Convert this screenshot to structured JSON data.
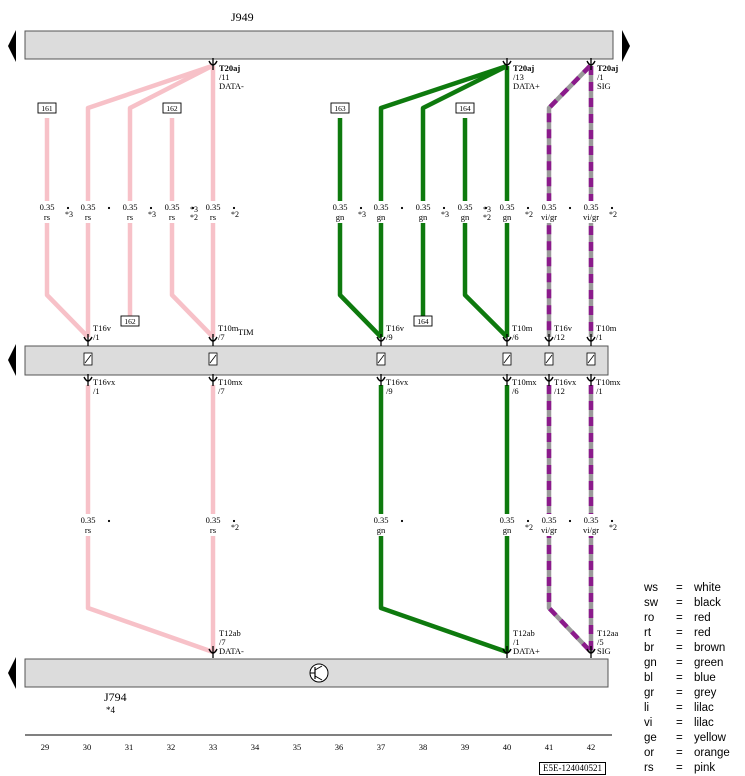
{
  "components": {
    "top": "J949",
    "bottom": "J794",
    "bottom_note": "*4"
  },
  "colors": {
    "rs": "#f7c1c8",
    "gn": "#0e7a0e",
    "vi": "#8b1a8b",
    "gr": "#9a9a9a",
    "bar_fill": "#dcdcdc"
  },
  "top_pins": [
    {
      "id": "T20aj",
      "pin": "/11",
      "signal": "DATA-"
    },
    {
      "id": "T20aj",
      "pin": "/13",
      "signal": "DATA+"
    },
    {
      "id": "T20aj",
      "pin": "/1",
      "signal": "SIG"
    }
  ],
  "bottom_pins": [
    {
      "id": "T12ab",
      "pin": "/7",
      "signal": "DATA-"
    },
    {
      "id": "T12ab",
      "pin": "/1",
      "signal": "DATA+"
    },
    {
      "id": "T12aa",
      "pin": "/5",
      "signal": "SIG"
    }
  ],
  "connectors_upper": [
    {
      "id": "T16v",
      "pin": "/1"
    },
    {
      "id": "T10m",
      "pin": "/7"
    },
    {
      "id": "T16v",
      "pin": "/9"
    },
    {
      "id": "T10m",
      "pin": "/6"
    },
    {
      "id": "T16v",
      "pin": "/12"
    },
    {
      "id": "T10m",
      "pin": "/1"
    }
  ],
  "connectors_lower": [
    {
      "id": "T16vx",
      "pin": "/1"
    },
    {
      "id": "T10mx",
      "pin": "/7"
    },
    {
      "id": "T16vx",
      "pin": "/9"
    },
    {
      "id": "T10mx",
      "pin": "/6"
    },
    {
      "id": "T16vx",
      "pin": "/12"
    },
    {
      "id": "T10mx",
      "pin": "/1"
    }
  ],
  "tim_label": "TIM",
  "refs": [
    "161",
    "162",
    "163",
    "164",
    "162",
    "164"
  ],
  "wires_upper": [
    {
      "size": "0.35",
      "color": "rs",
      "notes": [
        "*3"
      ]
    },
    {
      "size": "0.35",
      "color": "rs",
      "notes": []
    },
    {
      "size": "0.35",
      "color": "rs",
      "notes": [
        "*3"
      ]
    },
    {
      "size": "0.35",
      "color": "rs",
      "notes": [
        "*3",
        "*2"
      ]
    },
    {
      "size": "0.35",
      "color": "rs",
      "notes": [
        "*2"
      ]
    },
    {
      "size": "0.35",
      "color": "gn",
      "notes": [
        "*3"
      ]
    },
    {
      "size": "0.35",
      "color": "gn",
      "notes": []
    },
    {
      "size": "0.35",
      "color": "gn",
      "notes": [
        "*3"
      ]
    },
    {
      "size": "0.35",
      "color": "gn",
      "notes": [
        "*3",
        "*2"
      ]
    },
    {
      "size": "0.35",
      "color": "gn",
      "notes": [
        "*2"
      ]
    },
    {
      "size": "0.35",
      "color": "vi/gr",
      "notes": []
    },
    {
      "size": "0.35",
      "color": "vi/gr",
      "notes": [
        "*2"
      ]
    }
  ],
  "wires_lower": [
    {
      "size": "0.35",
      "color": "rs",
      "notes": []
    },
    {
      "size": "0.35",
      "color": "rs",
      "notes": [
        "*2"
      ]
    },
    {
      "size": "0.35",
      "color": "gn",
      "notes": []
    },
    {
      "size": "0.35",
      "color": "gn",
      "notes": [
        "*2"
      ]
    },
    {
      "size": "0.35",
      "color": "vi/gr",
      "notes": []
    },
    {
      "size": "0.35",
      "color": "vi/gr",
      "notes": [
        "*2"
      ]
    }
  ],
  "columns": [
    "29",
    "30",
    "31",
    "32",
    "33",
    "34",
    "35",
    "36",
    "37",
    "38",
    "39",
    "40",
    "41",
    "42"
  ],
  "legend": [
    {
      "abbr": "ws",
      "eq": "=",
      "name": "white"
    },
    {
      "abbr": "sw",
      "eq": "=",
      "name": "black"
    },
    {
      "abbr": "ro",
      "eq": "=",
      "name": "red"
    },
    {
      "abbr": "rt",
      "eq": "=",
      "name": "red"
    },
    {
      "abbr": "br",
      "eq": "=",
      "name": "brown"
    },
    {
      "abbr": "gn",
      "eq": "=",
      "name": "green"
    },
    {
      "abbr": "bl",
      "eq": "=",
      "name": "blue"
    },
    {
      "abbr": "gr",
      "eq": "=",
      "name": "grey"
    },
    {
      "abbr": "li",
      "eq": "=",
      "name": "lilac"
    },
    {
      "abbr": "vi",
      "eq": "=",
      "name": "lilac"
    },
    {
      "abbr": "ge",
      "eq": "=",
      "name": "yellow"
    },
    {
      "abbr": "or",
      "eq": "=",
      "name": "orange"
    },
    {
      "abbr": "rs",
      "eq": "=",
      "name": "pink"
    }
  ],
  "doc_code": "E5E-124040521"
}
